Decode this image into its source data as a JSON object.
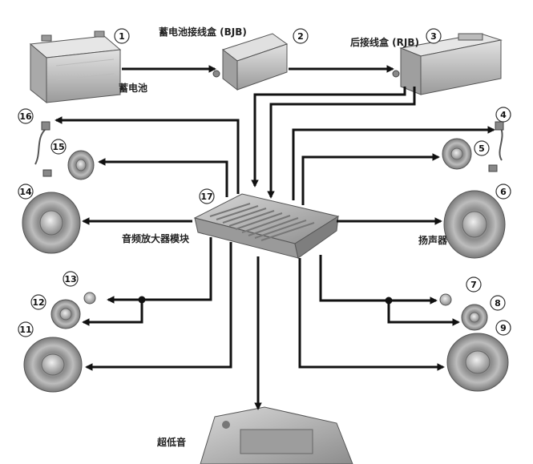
{
  "labels": {
    "battery": "蓄电池",
    "bjb": "蓄电池接线盒 (BJB)",
    "rjb": "后接线盒 (RJB)",
    "amplifier": "音频放大器模块",
    "speaker": "扬声器",
    "subwoofer": "超低音"
  },
  "callouts": [
    "1",
    "2",
    "3",
    "4",
    "5",
    "6",
    "7",
    "8",
    "9",
    "11",
    "12",
    "13",
    "14",
    "15",
    "16",
    "17"
  ]
}
